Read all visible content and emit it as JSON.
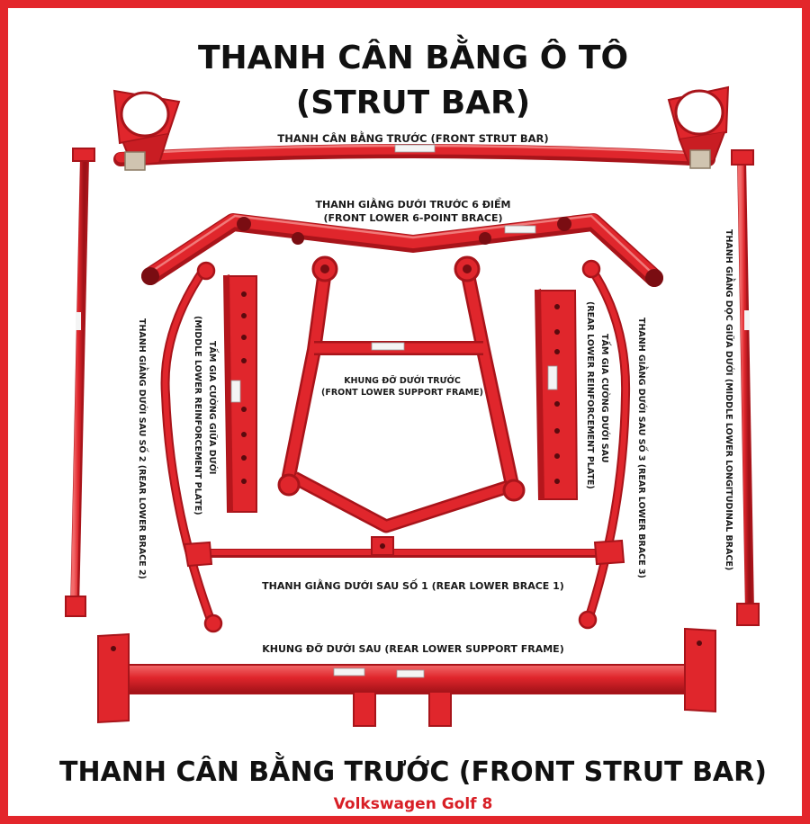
{
  "header": {
    "title_line1": "THANH CÂN BẰNG Ô TÔ",
    "title_line2": "(STRUT BAR)"
  },
  "labels": {
    "front_strut_bar": "THANH CÂN BẰNG TRƯỚC (FRONT STRUT BAR)",
    "front_lower_6pt_line1": "THANH GIẰNG DƯỚI TRƯỚC 6 ĐIỂM",
    "front_lower_6pt_line2": "(FRONT LOWER 6-POINT BRACE)",
    "front_lower_support_line1": "KHUNG ĐỠ DƯỚI TRƯỚC",
    "front_lower_support_line2": "(FRONT LOWER SUPPORT FRAME)",
    "rear_lower_brace_1": "THANH GIẰNG DƯỚI SAU SỐ 1 (REAR LOWER BRACE 1)",
    "rear_lower_support": "KHUNG ĐỠ DƯỚI SAU (REAR LOWER SUPPORT FRAME)",
    "rear_lower_brace_2": "THANH GIẰNG DƯỚI SAU SỐ 2 (REAR LOWER BRACE 2)",
    "middle_lower_plate_line1": "TẤM GIA CƯỜNG GIỮA DƯỚI",
    "middle_lower_plate_line2": "(MIDDLE LOWER REINFORCEMENT PLATE)",
    "rear_lower_plate_line1": "TẤM GIA CƯỜNG DƯỚI SAU",
    "rear_lower_plate_line2": "(REAR LOWER REINFORCEMENT PLATE)",
    "rear_lower_brace_3": "THANH GIẰNG DƯỚI SAU SỐ 3 (REAR LOWER BRACE 3)",
    "middle_lower_longitudinal": "THANH GIẰNG DỌC GIỮA DƯỚI (MIDDLE LOWER LONGITUDINAL BRACE)"
  },
  "footer": {
    "title": "THANH CÂN BẰNG TRƯỚC (FRONT STRUT BAR)",
    "model": "Volkswagen Golf 8"
  },
  "colors": {
    "border": "#e3262b",
    "part_red": "#e0262c",
    "part_dark": "#a8141a",
    "model_text": "#d81f26"
  }
}
